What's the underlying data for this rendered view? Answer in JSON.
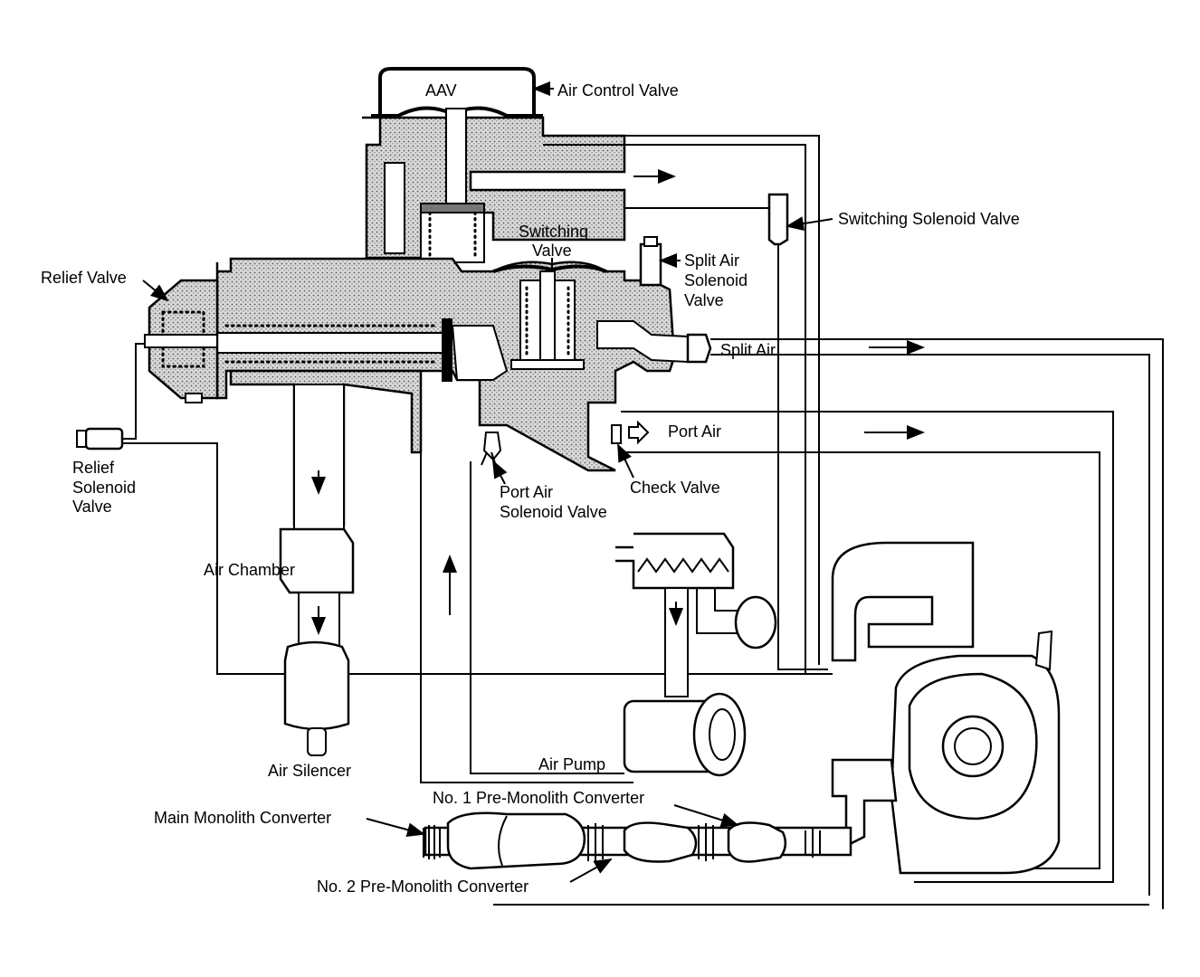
{
  "labels": {
    "aav": "AAV",
    "air_control_valve": "Air Control Valve",
    "switching_solenoid_valve": "Switching Solenoid Valve",
    "switching_valve_line1": "Switching",
    "switching_valve_line2": "Valve",
    "split_air_solenoid_line1": "Split Air",
    "split_air_solenoid_line2": "Solenoid",
    "split_air_solenoid_line3": "Valve",
    "split_air": "Split Air",
    "port_air": "Port Air",
    "check_valve": "Check Valve",
    "port_air_solenoid_line1": "Port Air",
    "port_air_solenoid_line2": "Solenoid Valve",
    "relief_valve": "Relief Valve",
    "relief_solenoid_line1": "Relief",
    "relief_solenoid_line2": "Solenoid",
    "relief_solenoid_line3": "Valve",
    "air_chamber": "Air Chamber",
    "air_silencer": "Air Silencer",
    "air_pump": "Air Pump",
    "no1_pre_monolith": "No. 1 Pre-Monolith Converter",
    "main_monolith": "Main Monolith Converter",
    "no2_pre_monolith": "No. 2 Pre-Monolith Converter"
  }
}
